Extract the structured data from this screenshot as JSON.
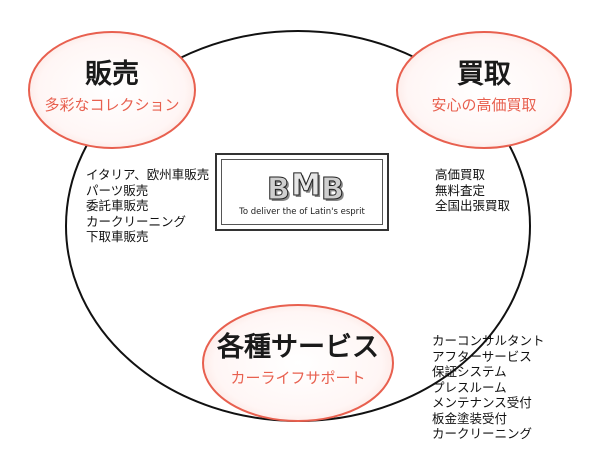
{
  "sales": {
    "title": "販売",
    "subtitle": "多彩なコレクション",
    "items": [
      "イタリア、欧州車販売",
      "パーツ販売",
      "委託車販売",
      "カークリーニング",
      "下取車販売"
    ]
  },
  "purchase": {
    "title": "買取",
    "subtitle": "安心の高価買取",
    "items": [
      "高価買取",
      "無料査定",
      "全国出張買取"
    ]
  },
  "services": {
    "title": "各種サービス",
    "subtitle": "カーライフサポート",
    "items": [
      "カーコンサルタント",
      "アフターサービス",
      "保証システム",
      "プレスルーム",
      "メンテナンス受付",
      "板金塗装受付",
      "カークリーニング"
    ]
  },
  "logo": {
    "mark": "BMB",
    "tagline": "To deliver the of Latin's esprit"
  },
  "colors": {
    "accent": "#e8604f",
    "circle_fill": "#fffaf9",
    "line": "#111111"
  }
}
